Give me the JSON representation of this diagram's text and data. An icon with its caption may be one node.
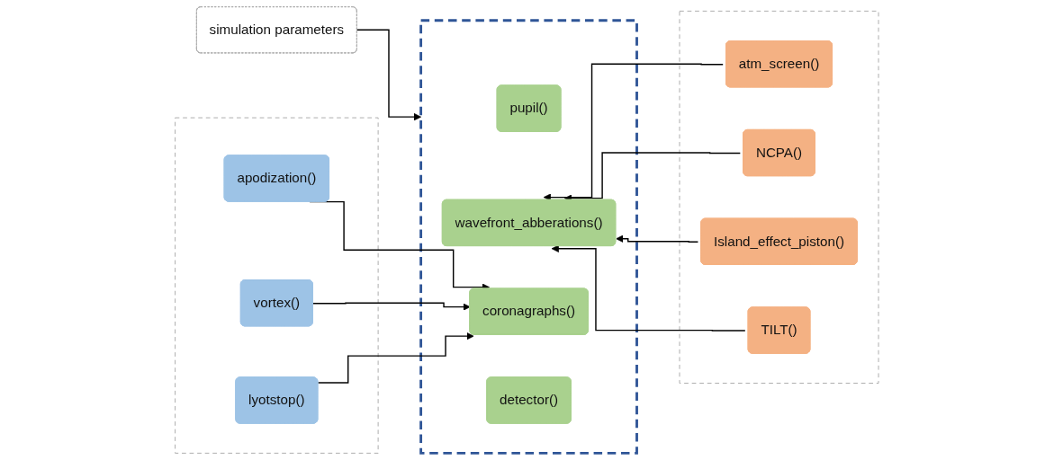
{
  "diagram": {
    "nodes": [
      {
        "text": [
          "simulation parameters"
        ]
      },
      {
        "text": [],
        "shape": "box"
      },
      {
        "text": [
          "pupil()"
        ],
        "in": 1
      },
      {
        "text": [
          "wavefront_abberations()"
        ],
        "in": 1
      },
      {
        "text": [
          "coronagraphs()"
        ],
        "in": 1
      },
      {
        "text": [
          "detector()"
        ],
        "in": 1
      },
      {
        "text": [],
        "shape": "box"
      },
      {
        "text": [
          "atm_screen()"
        ],
        "in": 6
      },
      {
        "text": [
          "NCPA()"
        ],
        "in": 6
      },
      {
        "text": [
          "Island_effect_piston()"
        ],
        "in": 6
      },
      {
        "text": [
          "TILT()"
        ],
        "in": 6
      },
      {
        "text": [],
        "shape": "box"
      },
      {
        "text": [
          "apodization()"
        ],
        "in": 11
      },
      {
        "text": [
          "vortex()"
        ],
        "in": 11
      },
      {
        "text": [
          "lyotstop()"
        ],
        "in": 11
      }
    ],
    "edges": [
      {
        "from": 0,
        "to": 1,
        "arrow": "to"
      },
      {
        "from": 7,
        "to": 3,
        "arrow": "to"
      },
      {
        "from": 8,
        "to": 3,
        "arrow": "to"
      },
      {
        "from": 9,
        "to": 3,
        "arrow": "to"
      },
      {
        "from": 10,
        "to": 3,
        "arrow": "to"
      },
      {
        "from": 12,
        "to": 4,
        "arrow": "to"
      },
      {
        "from": 13,
        "to": 4,
        "arrow": "to"
      },
      {
        "from": 14,
        "to": 4,
        "arrow": "to"
      }
    ]
  }
}
